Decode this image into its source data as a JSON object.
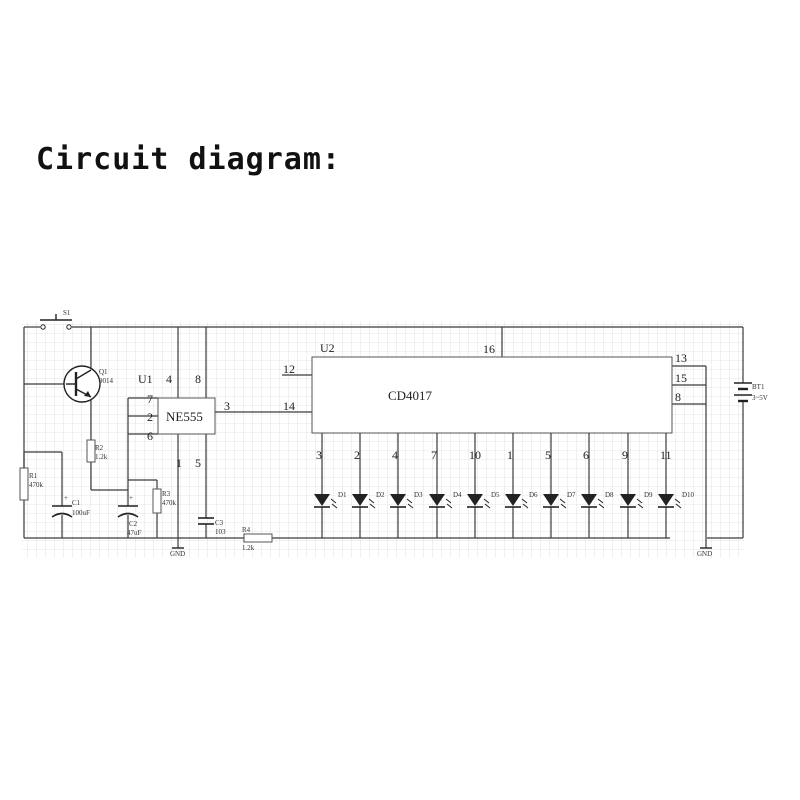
{
  "title": "Circuit diagram:",
  "switch": {
    "ref": "S1"
  },
  "transistor": {
    "ref": "Q1",
    "value": "9014"
  },
  "u1": {
    "ref": "U1",
    "name": "NE555",
    "pins": {
      "p4": "4",
      "p8": "8",
      "p7": "7",
      "p2": "2",
      "p6": "6",
      "p3": "3",
      "p1": "1",
      "p5": "5"
    }
  },
  "u2": {
    "ref": "U2",
    "name": "CD4017",
    "pins": {
      "p12": "12",
      "p14": "14",
      "p16": "16",
      "p13": "13",
      "p15": "15",
      "p8": "8"
    }
  },
  "outputs": [
    "3",
    "2",
    "4",
    "7",
    "10",
    "1",
    "5",
    "6",
    "9",
    "11"
  ],
  "leds": [
    "D1",
    "D2",
    "D3",
    "D4",
    "D5",
    "D6",
    "D7",
    "D8",
    "D9",
    "D10"
  ],
  "resistors": [
    {
      "ref": "R1",
      "value": "470k"
    },
    {
      "ref": "R2",
      "value": "1.2k"
    },
    {
      "ref": "R3",
      "value": "470k"
    },
    {
      "ref": "R4",
      "value": "1.2k"
    }
  ],
  "capacitors": [
    {
      "ref": "C1",
      "value": "100uF",
      "polarity": "+"
    },
    {
      "ref": "C2",
      "value": "47uF",
      "polarity": "+"
    },
    {
      "ref": "C3",
      "value": "103"
    }
  ],
  "battery": {
    "ref": "BT1",
    "value": "3~5V"
  },
  "ground": [
    "GND",
    "GND"
  ]
}
